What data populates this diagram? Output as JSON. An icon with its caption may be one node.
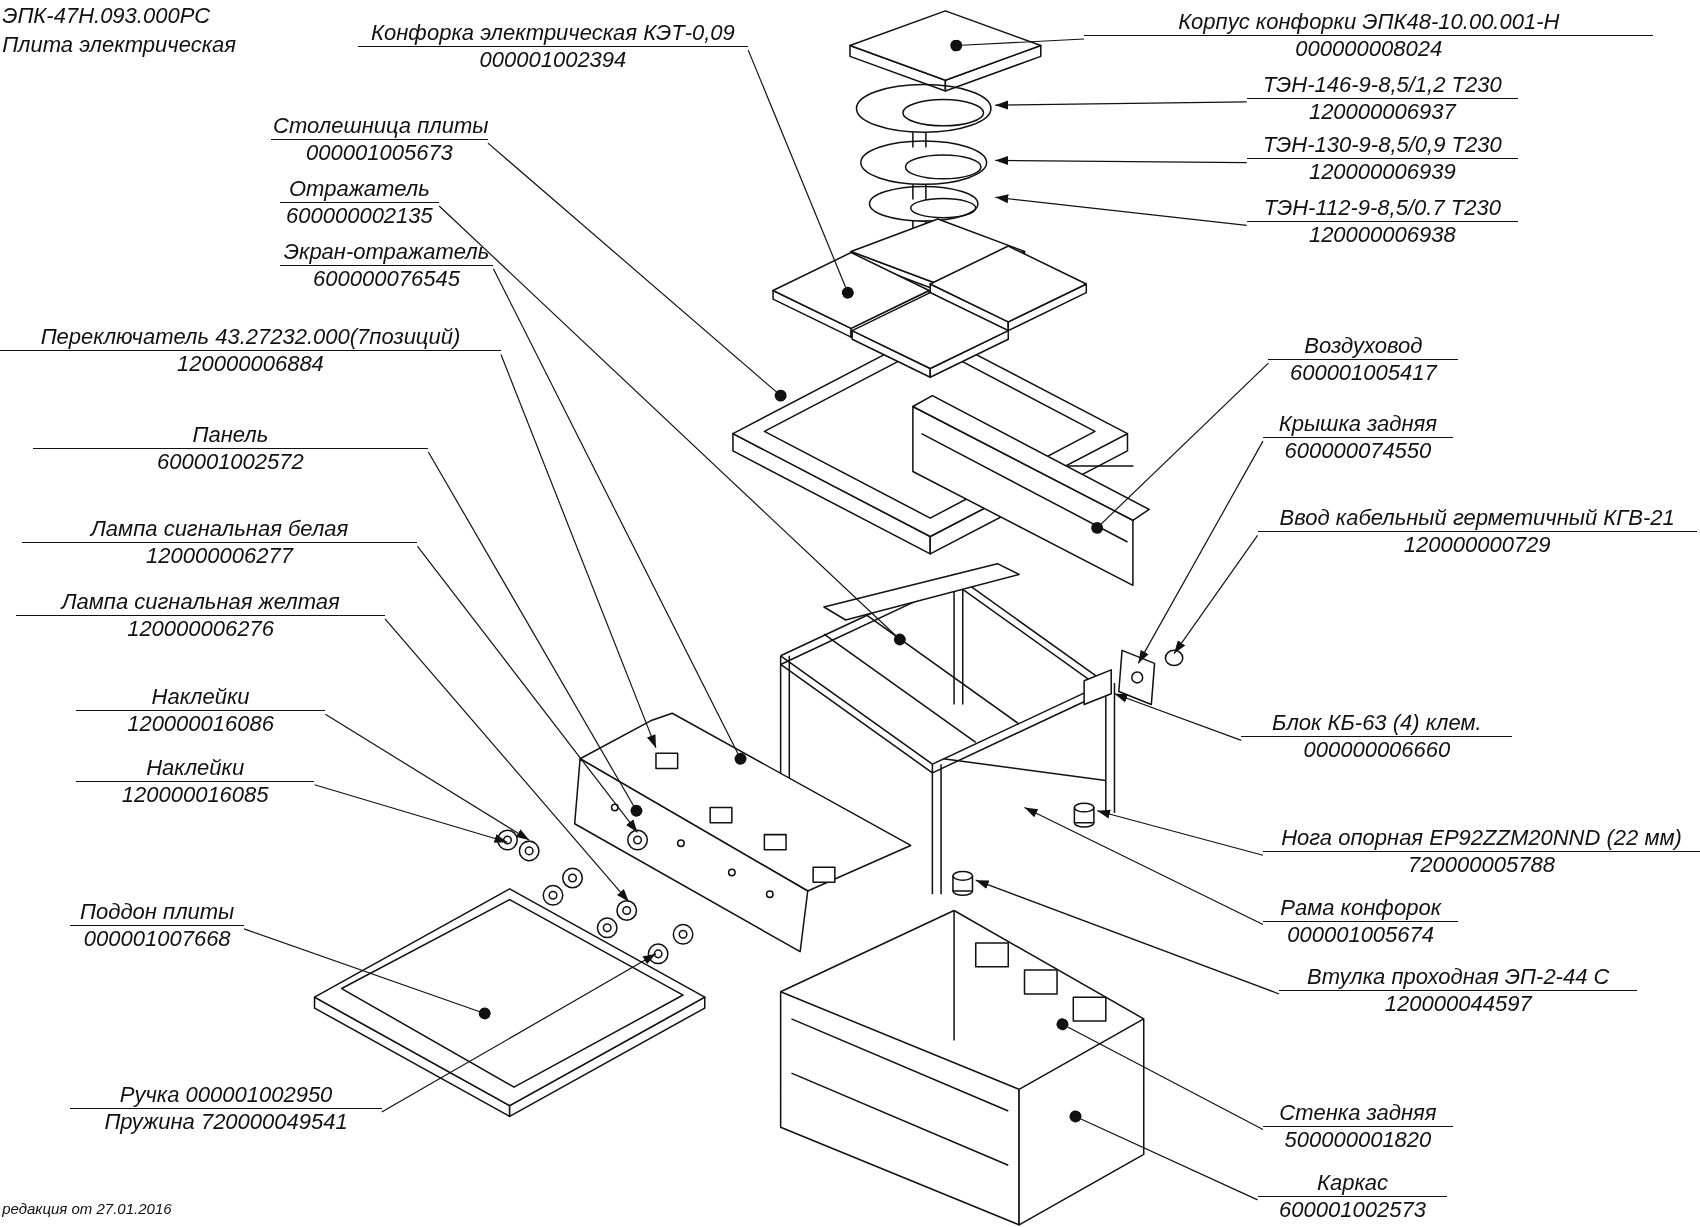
{
  "diagram": {
    "nodes": [
      {
        "text": [
          "Конфорка электрическая КЭТ-0,09",
          "000001002394"
        ]
      },
      {
        "text": [
          "Корпус конфорки ЭПК48-10.00.001-Н",
          "000000008024"
        ]
      },
      {
        "text": [
          "ТЭН-146-9-8,5/1,2 Т230",
          "120000006937"
        ]
      },
      {
        "text": [
          "Столешница плиты",
          "000001005673"
        ]
      },
      {
        "text": [
          "ТЭН-130-9-8,5/0,9 Т230",
          "120000006939"
        ]
      },
      {
        "text": [
          "Отражатель",
          "600000002135"
        ]
      },
      {
        "text": [
          "ТЭН-112-9-8,5/0.7 Т230",
          "120000006938"
        ]
      },
      {
        "text": [
          "Экран-отражатель",
          "600000076545"
        ]
      },
      {
        "text": [
          "Переключатель 43.27232.000(7позиций)",
          "120000006884"
        ]
      },
      {
        "text": [
          "Воздуховод",
          "600001005417"
        ]
      },
      {
        "text": [
          "Крышка задняя",
          "600000074550"
        ]
      },
      {
        "text": [
          "Панель",
          "600001002572"
        ]
      },
      {
        "text": [
          "Ввод кабельный герметичный КГВ-21",
          "120000000729"
        ]
      },
      {
        "text": [
          "Лампа сигнальная белая",
          "120000006277"
        ]
      },
      {
        "text": [
          "Лампа сигнальная желтая",
          "120000006276"
        ]
      },
      {
        "text": [
          "Наклейки",
          "120000016086"
        ]
      },
      {
        "text": [
          "Блок КБ-63 (4) клем.",
          "000000006660"
        ]
      },
      {
        "text": [
          "Наклейки",
          "120000016085"
        ]
      },
      {
        "text": [
          "Нога опорная EP92ZZM20NND (22 мм)",
          "720000005788"
        ]
      },
      {
        "text": [
          "Рама конфорок",
          "000001005674"
        ]
      },
      {
        "text": [
          "Поддон плиты",
          "000001007668"
        ]
      },
      {
        "text": [
          "Втулка проходная ЭП-2-44 С",
          "120000044597"
        ]
      },
      {
        "text": [
          "Ручка 000001002950",
          "Пружина 720000049541"
        ]
      },
      {
        "text": [
          "Стенка задняя",
          "500000001820"
        ]
      },
      {
        "text": [
          "Каркас",
          "600001002573"
        ]
      }
    ],
    "edges": [
      {
        "from": 0,
        "to": null,
        "arrow": "other"
      },
      {
        "from": 1,
        "to": null,
        "arrow": "other"
      },
      {
        "from": 2,
        "to": null,
        "arrow": "to"
      },
      {
        "from": 3,
        "to": null,
        "arrow": "other"
      },
      {
        "from": 4,
        "to": null,
        "arrow": "to"
      },
      {
        "from": 5,
        "to": null,
        "arrow": "other"
      },
      {
        "from": 6,
        "to": null,
        "arrow": "to"
      },
      {
        "from": 7,
        "to": null,
        "arrow": "other"
      },
      {
        "from": 8,
        "to": null,
        "arrow": "to"
      },
      {
        "from": 9,
        "to": null,
        "arrow": "other"
      },
      {
        "from": 10,
        "to": null,
        "arrow": "to"
      },
      {
        "from": 11,
        "to": null,
        "arrow": "other"
      },
      {
        "from": 12,
        "to": null,
        "arrow": "to"
      },
      {
        "from": 13,
        "to": null,
        "arrow": "to"
      },
      {
        "from": 14,
        "to": null,
        "arrow": "to"
      },
      {
        "from": 15,
        "to": null,
        "arrow": "to"
      },
      {
        "from": 16,
        "to": null,
        "arrow": "to"
      },
      {
        "from": 17,
        "to": null,
        "arrow": "to"
      },
      {
        "from": 18,
        "to": null,
        "arrow": "to"
      },
      {
        "from": 19,
        "to": null,
        "arrow": "to"
      },
      {
        "from": 20,
        "to": null,
        "arrow": "other"
      },
      {
        "from": 21,
        "to": null,
        "arrow": "to"
      },
      {
        "from": 22,
        "to": null,
        "arrow": "to"
      },
      {
        "from": 23,
        "to": null,
        "arrow": "other"
      },
      {
        "from": 24,
        "to": null,
        "arrow": "other"
      }
    ],
    "labels": [
      "ЭПК-47Н.093.000РС",
      "Плита электрическая",
      "редакция от 27.01.2016"
    ]
  }
}
